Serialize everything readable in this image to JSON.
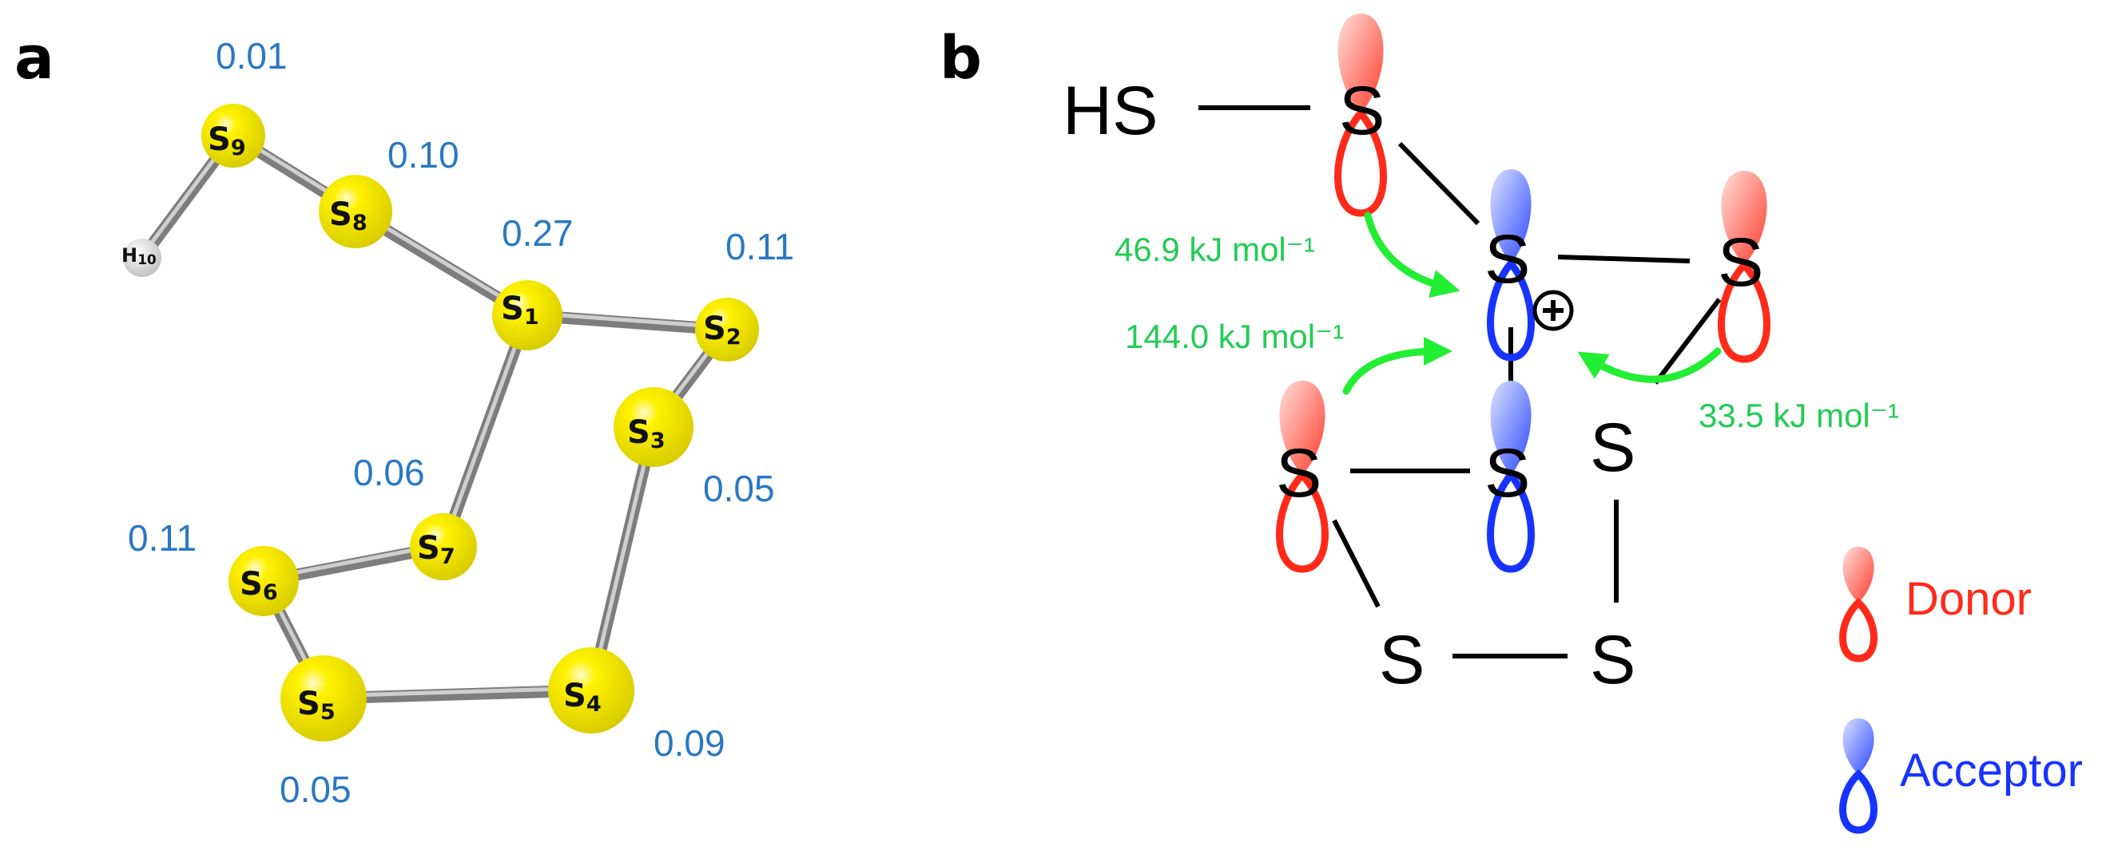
{
  "panel_a": {
    "letter": "a",
    "atoms": [
      {
        "id": "S1",
        "element": "S",
        "sub": "1",
        "charge": "0.27"
      },
      {
        "id": "S2",
        "element": "S",
        "sub": "2",
        "charge": "0.11"
      },
      {
        "id": "S3",
        "element": "S",
        "sub": "3",
        "charge": "0.05"
      },
      {
        "id": "S4",
        "element": "S",
        "sub": "4",
        "charge": "0.09"
      },
      {
        "id": "S5",
        "element": "S",
        "sub": "5",
        "charge": "0.05"
      },
      {
        "id": "S6",
        "element": "S",
        "sub": "6",
        "charge": "0.11"
      },
      {
        "id": "S7",
        "element": "S",
        "sub": "7",
        "charge": "0.06"
      },
      {
        "id": "S8",
        "element": "S",
        "sub": "8",
        "charge": "0.10"
      },
      {
        "id": "S9",
        "element": "S",
        "sub": "9",
        "charge": "0.01"
      },
      {
        "id": "H10",
        "element": "H",
        "sub": "10",
        "charge": ""
      }
    ],
    "bonds": [
      [
        "S9",
        "H10"
      ],
      [
        "S9",
        "S8"
      ],
      [
        "S8",
        "S1"
      ],
      [
        "S1",
        "S2"
      ],
      [
        "S2",
        "S3"
      ],
      [
        "S3",
        "S4"
      ],
      [
        "S4",
        "S5"
      ],
      [
        "S5",
        "S6"
      ],
      [
        "S6",
        "S7"
      ],
      [
        "S7",
        "S1"
      ]
    ],
    "colors": {
      "sulfur": "#f2e600",
      "hydrogen": "#eeeeee",
      "bond": "#a8a8a8",
      "charge_text": "#2a78c4"
    }
  },
  "panel_b": {
    "letter": "b",
    "hs_label": "HS",
    "atom_symbol": "S",
    "charge_symbol": "+",
    "energies": {
      "e1": "46.9 kJ mol⁻¹",
      "e2": "144.0 kJ mol⁻¹",
      "e3": "33.5 kJ mol⁻¹"
    },
    "legend": {
      "donor": "Donor",
      "acceptor": "Acceptor"
    },
    "colors": {
      "donor": "#ff2a1a",
      "acceptor": "#1733ff",
      "arrow": "#22ee33",
      "energy_text": "#22cc55"
    }
  }
}
